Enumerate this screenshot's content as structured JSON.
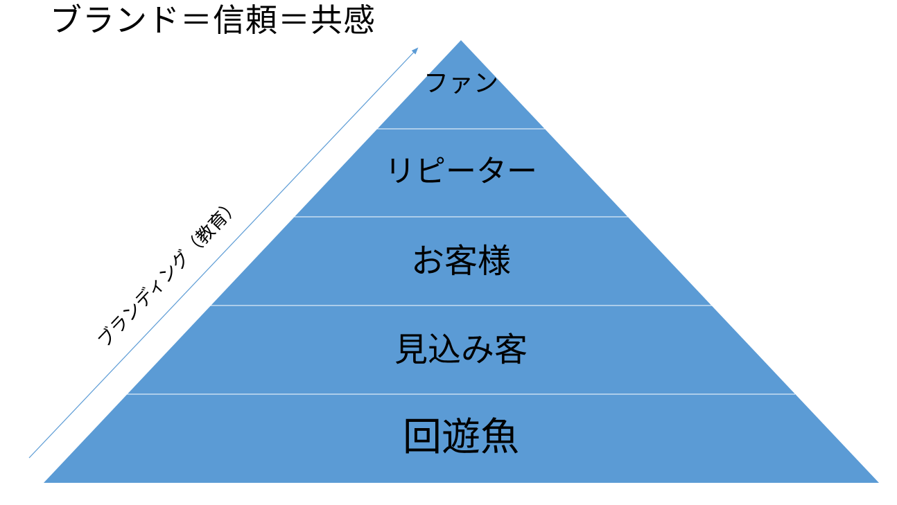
{
  "title": "ブランド＝信頼＝共感",
  "arrow_label": "ブランディング（教育）",
  "pyramid": {
    "fill_color": "#5b9bd5",
    "divider_color": "#ffffff",
    "layers": [
      {
        "label": "ファン"
      },
      {
        "label": "リピーター"
      },
      {
        "label": "お客様"
      },
      {
        "label": "見込み客"
      },
      {
        "label": "回遊魚"
      }
    ]
  },
  "arrow_color": "#5b9bd5"
}
